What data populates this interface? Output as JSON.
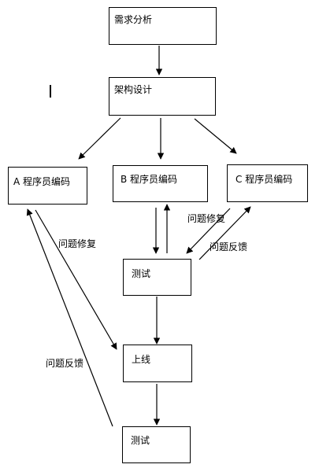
{
  "nodes": {
    "req": "需求分析",
    "arch": "架构设计",
    "coderA": "A 程序员编码",
    "coderB": "B 程序员编码",
    "coderC": "C 程序员编码",
    "test1": "测试",
    "release": "上线",
    "test2": "测试"
  },
  "edge_labels": {
    "fix_a": "问题修复",
    "fix_c": "问题修复",
    "feedback_c": "问题反馈",
    "feedback_a": "问题反馈"
  }
}
